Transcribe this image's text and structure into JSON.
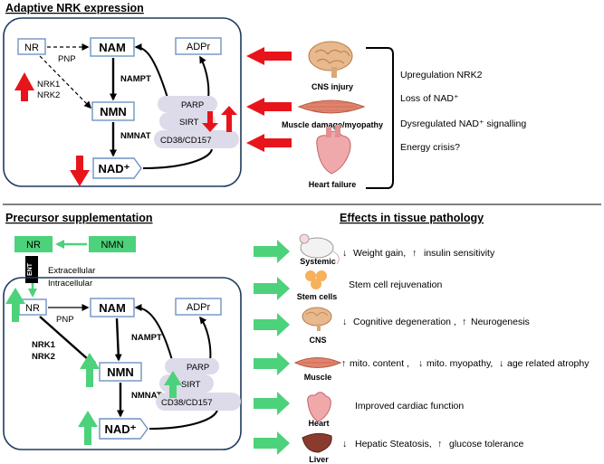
{
  "top": {
    "title": "Adaptive NRK expression",
    "nodes": {
      "nr": "NR",
      "nam": "NAM",
      "nmn": "NMN",
      "nad": "NAD⁺",
      "adpr": "ADPr"
    },
    "enzymes": {
      "pnp": "PNP",
      "nrk1": "NRK1",
      "nrk2": "NRK2",
      "nampt": "NAMPT",
      "nmnat": "NMNAT",
      "parp": "PARP",
      "sirt": "SIRT",
      "cd38": "CD38/CD157"
    },
    "conditions": [
      "CNS injury",
      "Muscle damage/myopathy",
      "Heart failure"
    ],
    "consequences": [
      "Upregulation NRK2",
      "Loss of NAD⁺",
      "Dysregulated NAD⁺ signalling",
      "Energy crisis?"
    ]
  },
  "bottom": {
    "title_left": "Precursor supplementation",
    "title_right": "Effects in tissue pathology",
    "ext_nodes": {
      "nr": "NR",
      "nmn": "NMN"
    },
    "ent": "ENT",
    "extracellular": "Extracellular",
    "intracellular": "Intracellular",
    "nodes": {
      "nr": "NR",
      "nam": "NAM",
      "nmn": "NMN",
      "nad": "NAD⁺",
      "adpr": "ADPr"
    },
    "enzymes": {
      "pnp": "PNP",
      "nrk1": "NRK1",
      "nrk2": "NRK2",
      "nampt": "NAMPT",
      "nmnat": "NMNAT",
      "parp": "PARP",
      "sirt": "SIRT",
      "cd38": "CD38/CD157"
    },
    "effects": [
      {
        "organ": "Systemic",
        "parts": [
          "Weight gain,",
          "insulin sensitivity"
        ]
      },
      {
        "organ": "Stem cells",
        "parts": [
          "Stem cell rejuvenation"
        ]
      },
      {
        "organ": "CNS",
        "parts": [
          "Cognitive degeneration ,",
          "Neurogenesis"
        ]
      },
      {
        "organ": "Muscle",
        "parts": [
          "mito. content ,",
          "mito. myopathy,",
          "age related atrophy"
        ]
      },
      {
        "organ": "Heart",
        "parts": [
          "Improved cardiac function"
        ]
      },
      {
        "organ": "Liver",
        "parts": [
          "Hepatic Steatosis,",
          "glucose tolerance"
        ]
      }
    ]
  },
  "colors": {
    "box_border": "#1f3a5f",
    "node_border": "#6f93c3",
    "red": "#e8141b",
    "green": "#4cd27a",
    "green_dark": "#2eb85c",
    "enzyme_fill": "#dddbe9",
    "black": "#000000"
  }
}
